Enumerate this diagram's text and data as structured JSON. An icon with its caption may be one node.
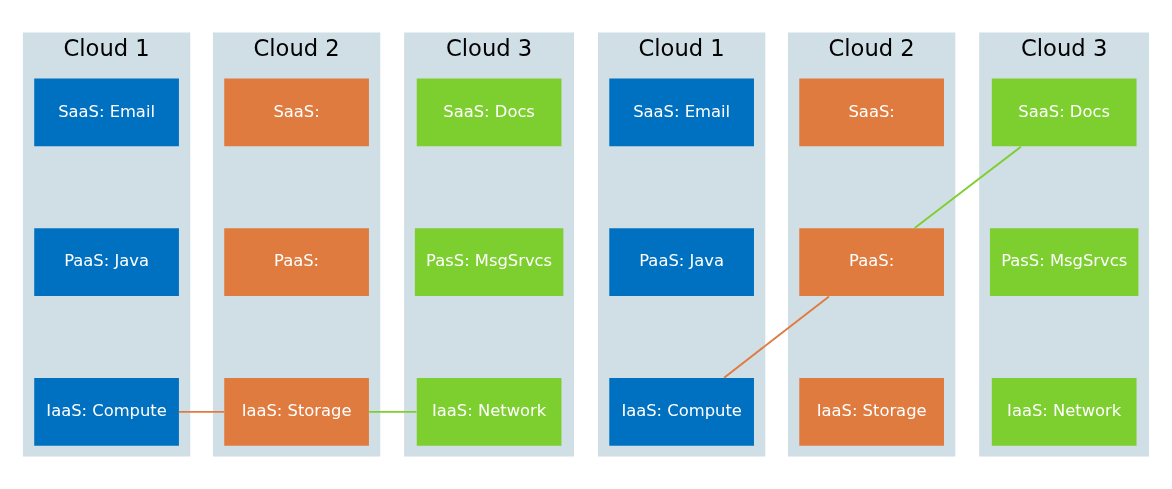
{
  "diagram": {
    "nodes": [
      {
        "text": [
          "Cloud 1"
        ]
      },
      {
        "text": [
          "SaaS: Email"
        ],
        "in": 0
      },
      {
        "text": [
          "PaaS: Java"
        ],
        "in": 0
      },
      {
        "text": [
          "IaaS: Compute"
        ],
        "in": 0
      },
      {
        "text": [
          "Cloud 2"
        ]
      },
      {
        "text": [
          "SaaS:"
        ],
        "in": 4
      },
      {
        "text": [
          "PaaS:"
        ],
        "in": 4
      },
      {
        "text": [
          "IaaS: Storage"
        ],
        "in": 4
      },
      {
        "text": [
          "Cloud 3"
        ]
      },
      {
        "text": [
          "SaaS: Docs"
        ],
        "in": 8
      },
      {
        "text": [
          "PasS: MsgSrvcs"
        ],
        "in": 8
      },
      {
        "text": [
          "IaaS: Network"
        ],
        "in": 8
      },
      {
        "text": [
          "Cloud 1"
        ]
      },
      {
        "text": [
          "SaaS: Email"
        ],
        "in": 12
      },
      {
        "text": [
          "PaaS: Java"
        ],
        "in": 12
      },
      {
        "text": [
          "IaaS: Compute"
        ],
        "in": 12
      },
      {
        "text": [
          "Cloud 2"
        ]
      },
      {
        "text": [
          "SaaS:"
        ],
        "in": 16
      },
      {
        "text": [
          "PaaS:"
        ],
        "in": 16
      },
      {
        "text": [
          "IaaS: Storage"
        ],
        "in": 16
      },
      {
        "text": [
          "Cloud 3"
        ]
      },
      {
        "text": [
          "SaaS: Docs"
        ],
        "in": 20
      },
      {
        "text": [
          "PasS: MsgSrvcs"
        ],
        "in": 20
      },
      {
        "text": [
          "IaaS: Network"
        ],
        "in": 20
      }
    ],
    "edges": [
      {
        "from": 3,
        "to": 7,
        "arrow": "none",
        "color": "#e07b3f"
      },
      {
        "from": 7,
        "to": 11,
        "arrow": "none",
        "color": "#7dcf2f"
      },
      {
        "from": 15,
        "to": 18,
        "arrow": "none",
        "color": "#e07b3f"
      },
      {
        "from": 18,
        "to": 21,
        "arrow": "none",
        "color": "#7dcf2f"
      }
    ]
  }
}
